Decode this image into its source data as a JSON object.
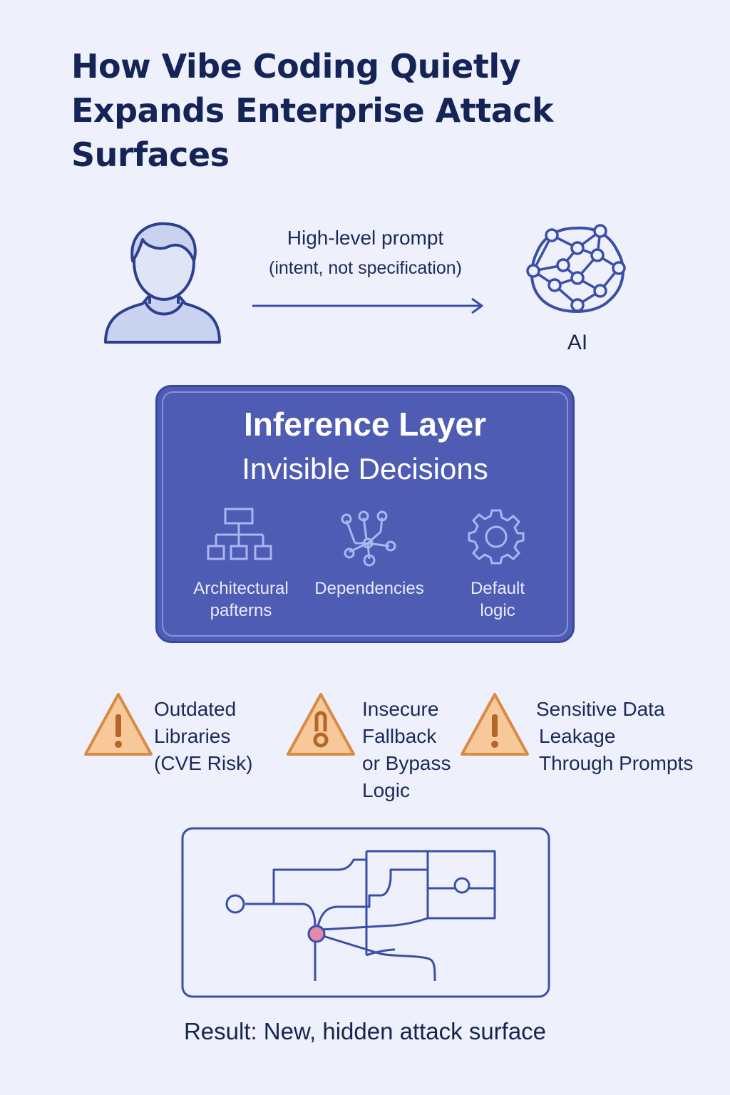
{
  "title": "How Vibe Coding Quietly Expands Enterprise Attack Surfaces",
  "flow": {
    "prompt_line1": "High-level prompt",
    "prompt_line2": "(intent, not specification)",
    "ai_label": "AI"
  },
  "inference": {
    "title": "Inference Layer",
    "subtitle": "Invisible Decisions",
    "items": [
      {
        "line1": "Architectural",
        "line2": "pafterns",
        "icon": "hierarchy-icon"
      },
      {
        "line1": "Dependencies",
        "line2": "",
        "icon": "dependency-graph-icon"
      },
      {
        "line1": "Default",
        "line2": "logic",
        "icon": "gear-icon"
      }
    ]
  },
  "risks": [
    {
      "lines": [
        "Outdated",
        "Libraries",
        "(CVE Risk)"
      ],
      "icon": "warning-icon"
    },
    {
      "lines": [
        "Insecure",
        "Fallback",
        "or Bypass",
        "Logic"
      ],
      "icon": "warning-lock-icon"
    },
    {
      "lines": [
        "Sensitive Data",
        "Leakage",
        "Through Prompts"
      ],
      "icon": "warning-icon"
    }
  ],
  "result": "Result: New, hidden attack surface",
  "colors": {
    "background": "#eef0fb",
    "navy": "#152457",
    "inference_box": "#4e5cb3",
    "warning_fill": "#f7c89a",
    "warning_stroke": "#d98a45",
    "line_blue": "#3b4fa8",
    "hotspot_pink": "#e58aa8"
  }
}
